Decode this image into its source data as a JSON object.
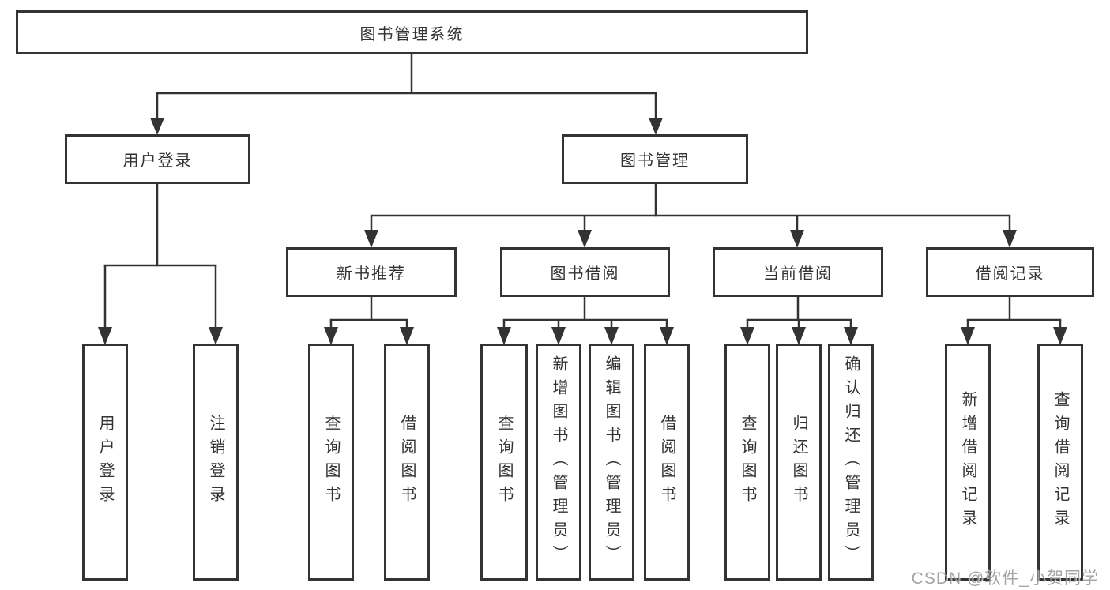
{
  "diagram": {
    "tree": {
      "root": {
        "label": "图书管理系统"
      },
      "branches": [
        {
          "label": "用户登录",
          "leaves": [
            {
              "label": "用户登录"
            },
            {
              "label": "注销登录"
            }
          ]
        },
        {
          "label": "图书管理",
          "sections": [
            {
              "label": "新书推荐",
              "leaves": [
                {
                  "label": "查询图书"
                },
                {
                  "label": "借阅图书"
                }
              ]
            },
            {
              "label": "图书借阅",
              "leaves": [
                {
                  "label": "查询图书"
                },
                {
                  "label": "新增图书（管理员）"
                },
                {
                  "label": "编辑图书（管理员）"
                },
                {
                  "label": "借阅图书"
                }
              ]
            },
            {
              "label": "当前借阅",
              "leaves": [
                {
                  "label": "查询图书"
                },
                {
                  "label": "归还图书"
                },
                {
                  "label": "确认归还（管理员）"
                }
              ]
            },
            {
              "label": "借阅记录",
              "leaves": [
                {
                  "label": "新增借阅记录"
                },
                {
                  "label": "查询借阅记录"
                }
              ]
            }
          ]
        }
      ]
    },
    "colors": {
      "line": "#333333",
      "text": "#333333",
      "background": "#ffffff",
      "watermark": "#8f8f8f"
    }
  },
  "watermark": {
    "text": "CSDN @软件_小贺同学"
  }
}
